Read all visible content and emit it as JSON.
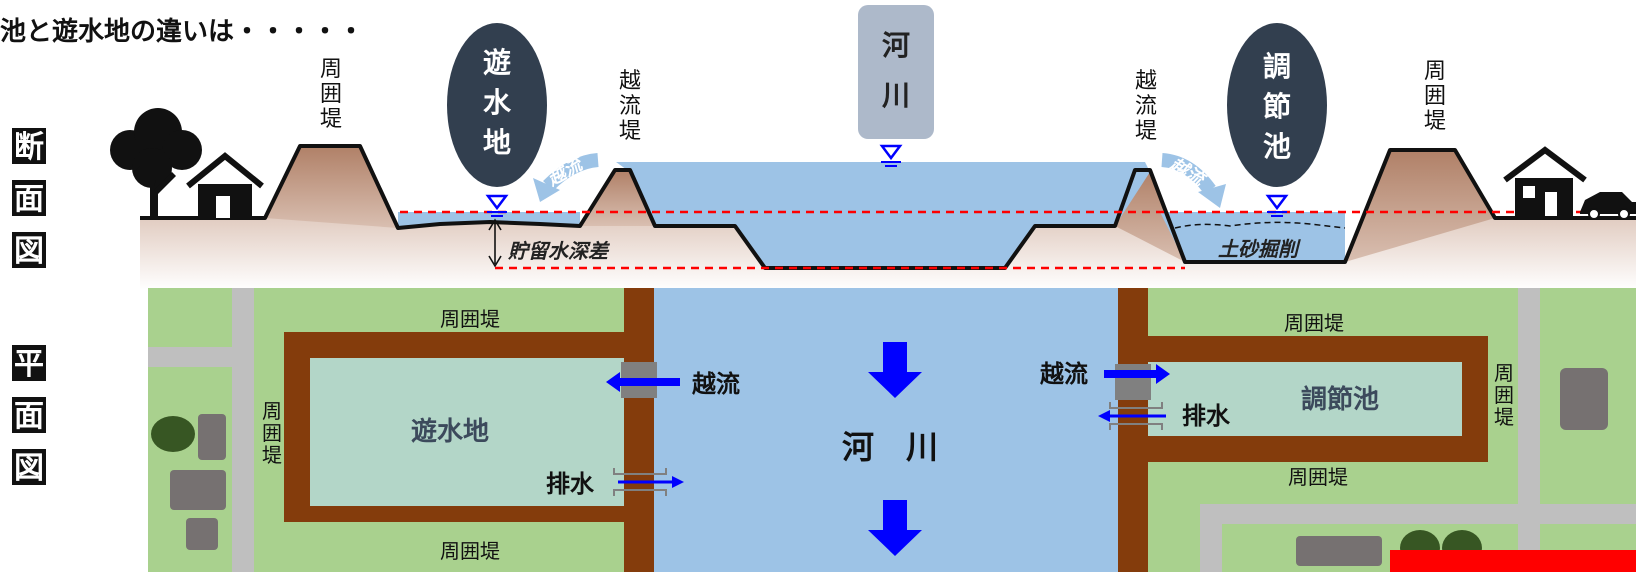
{
  "title": "池と遊水地の違いは・・・・・",
  "side_labels": {
    "cross_section": [
      "断",
      "面",
      "図"
    ],
    "plan": [
      "平",
      "面",
      "図"
    ]
  },
  "cross_section": {
    "left_levee": [
      "周",
      "囲",
      "堤"
    ],
    "right_levee": [
      "周",
      "囲",
      "堤"
    ],
    "left_weir": [
      "越",
      "流",
      "堤"
    ],
    "right_weir": [
      "越",
      "流",
      "堤"
    ],
    "retention_basin": [
      "遊",
      "水",
      "地"
    ],
    "detention_pond": [
      "調",
      "節",
      "池"
    ],
    "river": [
      "河",
      "川"
    ],
    "overflow_left": "越流",
    "overflow_right": "越流",
    "depth_difference": "貯留水深差",
    "excavation": "土砂掘削"
  },
  "plan_view": {
    "levee_top_left": "周囲堤",
    "levee_bottom_left": "周囲堤",
    "levee_side_left": [
      "周",
      "囲",
      "堤"
    ],
    "retention_basin": "遊水地",
    "overflow_left": "越流",
    "drain_left": "排水",
    "river": "河　川",
    "overflow_right": "越流",
    "drain_right": "排水",
    "detention_pond": "調節池",
    "levee_top_right": "周囲堤",
    "levee_bottom_right": "周囲堤",
    "levee_side_right": [
      "周",
      "囲",
      "堤"
    ]
  },
  "colors": {
    "water": "#9dc3e6",
    "ground": "#c8a08a",
    "levee_plan": "#843c0c",
    "grass": "#a9d18e",
    "pond_plan": "#b3d6c8",
    "oval": "#323f4f",
    "river_box": "#adb9ca",
    "arrow": "#0000ff",
    "dashed_line": "#ff0000",
    "road": "#bfbfbf"
  },
  "icons": [
    "tree-icon",
    "house-icon",
    "car-icon",
    "water-level-icon"
  ]
}
